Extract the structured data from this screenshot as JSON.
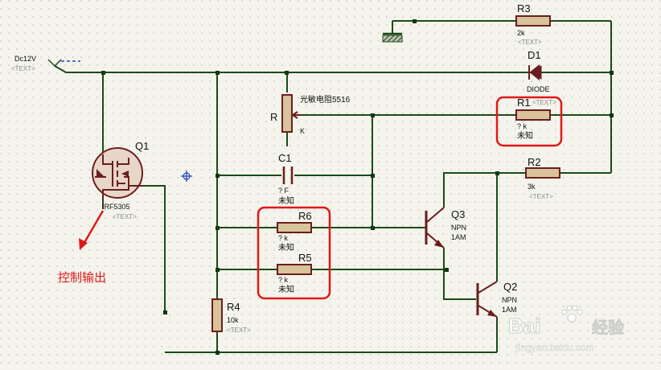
{
  "labels": {
    "dc_terminal": "Dc12V",
    "placeholder": "<TEXT>"
  },
  "components": {
    "r3": {
      "ref": "R3",
      "value": "2k"
    },
    "d1": {
      "ref": "D1",
      "value": "DIODE"
    },
    "r1": {
      "ref": "R1",
      "value": "? k",
      "note": "未知"
    },
    "r2": {
      "ref": "R2",
      "value": "3k"
    },
    "ldr": {
      "ref": "R",
      "value": "光敏电阻5516",
      "pin": "K"
    },
    "c1": {
      "ref": "C1",
      "value": "? F",
      "note": "未知"
    },
    "r6": {
      "ref": "R6",
      "value": "? k",
      "note": "未知"
    },
    "r5": {
      "ref": "R5",
      "value": "? k",
      "note": "未知"
    },
    "r4": {
      "ref": "R4",
      "value": "10k"
    },
    "q3": {
      "ref": "Q3",
      "type": "NPN",
      "value": "1AM"
    },
    "q2": {
      "ref": "Q2",
      "type": "NPN",
      "value": "1AM"
    },
    "q1": {
      "ref": "Q1",
      "value": "IRF5305"
    }
  },
  "annotations": {
    "control_output": "控制输出"
  },
  "watermark": {
    "brand": "Bai",
    "suffix": "经验",
    "url": "jingyan.baidu.com"
  },
  "colors": {
    "background": "#f4f4ec",
    "wire": "#1b4a1b",
    "component": "#6b1e1e",
    "resistor_fill": "#d8c39a",
    "highlight": "#e01818"
  }
}
